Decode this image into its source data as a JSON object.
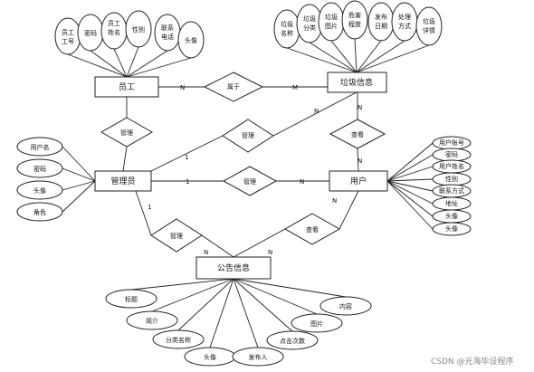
{
  "entities": {
    "employee": "员工",
    "garbage": "垃圾信息",
    "admin": "管理员",
    "user": "用户",
    "notice": "公告信息"
  },
  "relations": {
    "belongs": "属于",
    "manage_employee": "管理",
    "manage_garbage": "管理",
    "manage_user": "管理",
    "manage_notice": "管理",
    "view_garbage": "查看",
    "view_notice": "查看"
  },
  "cardinalities": {
    "employee_belongs": "N",
    "belongs_garbage": "M",
    "garbage_manage": "N",
    "admin_manage_garbage": "1",
    "garbage_view": "N",
    "view_user": "N",
    "admin_manage_user": "1",
    "manage_user_user": "N",
    "admin_manage_notice": "1",
    "manage_notice_notice": "N",
    "user_view_notice": "N",
    "view_notice_notice": "N"
  },
  "attributes": {
    "employee": [
      [
        "员工",
        "工号"
      ],
      [
        "密码"
      ],
      [
        "员工",
        "姓名"
      ],
      [
        "性别"
      ],
      [
        "联系",
        "电话"
      ],
      [
        "头像"
      ]
    ],
    "garbage": [
      [
        "垃圾",
        "名称"
      ],
      [
        "垃圾",
        "分类"
      ],
      [
        "垃圾",
        "图片"
      ],
      [
        "危害",
        "程度"
      ],
      [
        "发布",
        "日期"
      ],
      [
        "处理",
        "方式"
      ],
      [
        "垃圾",
        "详情"
      ]
    ],
    "admin": [
      "用户名",
      "密码",
      "头像",
      "角色"
    ],
    "user": [
      "用户账号",
      "密码",
      "用户姓名",
      "性别",
      "联系方式",
      "地址",
      "头像",
      "头像"
    ],
    "notice": [
      "标题",
      "简介",
      "分类名称",
      "头像",
      "发布人",
      "点击次数",
      "图片",
      "内容"
    ]
  },
  "watermark": "CSDN @光海毕设程序"
}
